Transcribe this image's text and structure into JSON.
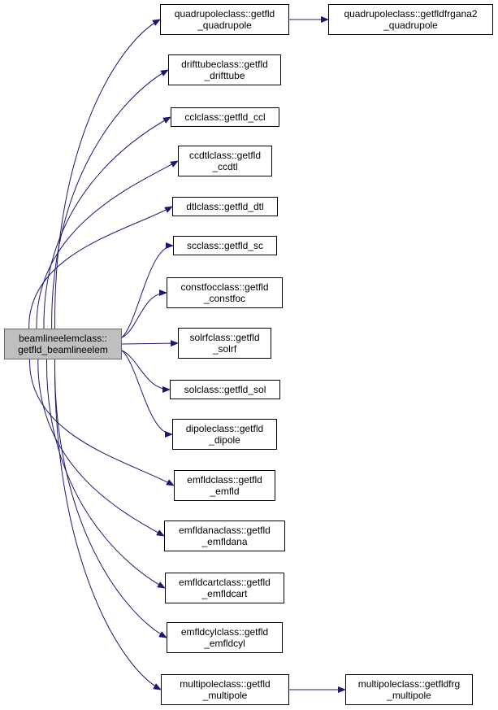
{
  "colors": {
    "edge": "#191970",
    "root_fill": "#bfbfbf",
    "node_border": "#000000"
  },
  "root": {
    "lines": [
      "beamlineelemclass::",
      "getfld_beamlineelem"
    ]
  },
  "callees": [
    {
      "lines": [
        "quadrupoleclass::getfld",
        "_quadrupole"
      ]
    },
    {
      "lines": [
        "drifttubeclass::getfld",
        "_drifttube"
      ]
    },
    {
      "lines": [
        "cclclass::getfld_ccl"
      ]
    },
    {
      "lines": [
        "ccdtlclass::getfld",
        "_ccdtl"
      ]
    },
    {
      "lines": [
        "dtlclass::getfld_dtl"
      ]
    },
    {
      "lines": [
        "scclass::getfld_sc"
      ]
    },
    {
      "lines": [
        "constfocclass::getfld",
        "_constfoc"
      ]
    },
    {
      "lines": [
        "solrfclass::getfld",
        "_solrf"
      ]
    },
    {
      "lines": [
        "solclass::getfld_sol"
      ]
    },
    {
      "lines": [
        "dipoleclass::getfld",
        "_dipole"
      ]
    },
    {
      "lines": [
        "emfldclass::getfld",
        "_emfld"
      ]
    },
    {
      "lines": [
        "emfldanaclass::getfld",
        "_emfldana"
      ]
    },
    {
      "lines": [
        "emfldcartclass::getfld",
        "_emfldcart"
      ]
    },
    {
      "lines": [
        "emfldcylclass::getfld",
        "_emfldcyl"
      ]
    },
    {
      "lines": [
        "multipoleclass::getfld",
        "_multipole"
      ]
    }
  ],
  "leaves": [
    {
      "lines": [
        "quadrupoleclass::getfldfrgana2",
        "_quadrupole"
      ]
    },
    {
      "lines": [
        "multipoleclass::getfldfrg",
        "_multipole"
      ]
    }
  ]
}
